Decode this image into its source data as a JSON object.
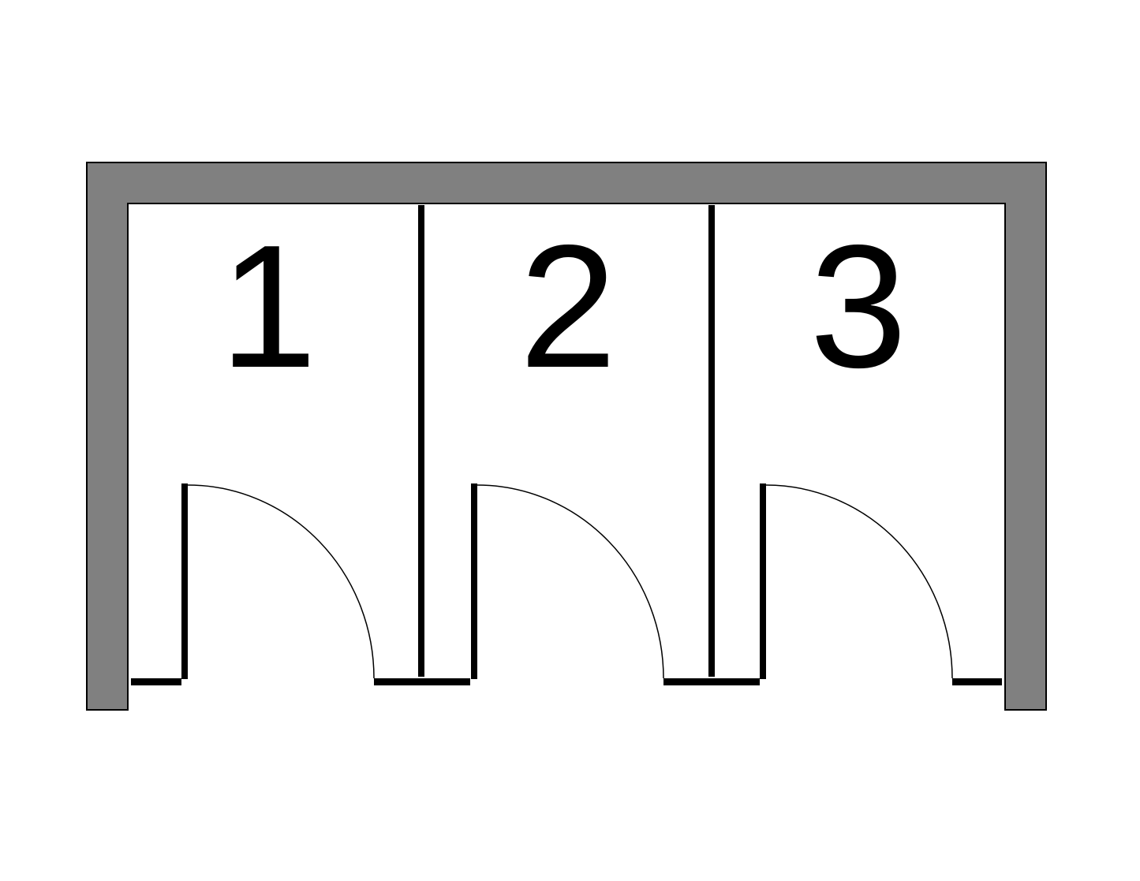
{
  "diagram": {
    "type": "floor-plan",
    "subject": "restroom stalls",
    "colors": {
      "wall_fill": "#808080",
      "outline": "#000000",
      "background": "#ffffff"
    },
    "stalls": [
      {
        "label": "1"
      },
      {
        "label": "2"
      },
      {
        "label": "3"
      }
    ]
  }
}
